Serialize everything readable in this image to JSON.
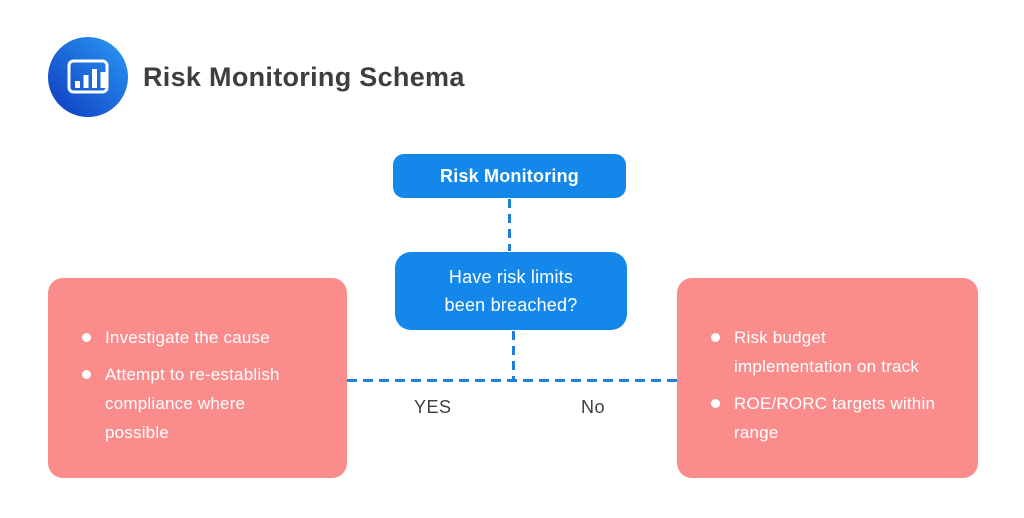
{
  "header": {
    "title": "Risk Monitoring Schema",
    "icon": "bar-chart"
  },
  "flow": {
    "top_node": {
      "label": "Risk Monitoring"
    },
    "decision_node": {
      "lines": [
        "Have risk limits",
        "been breached?"
      ]
    },
    "branch_labels": {
      "yes": "YES",
      "no": "No"
    },
    "yes_branch": {
      "items": [
        "Investigate the cause",
        "Attempt to re-establish compliance where possible"
      ]
    },
    "no_branch": {
      "items": [
        "Risk budget implementation  on track",
        "ROE/RORC targets within range"
      ]
    }
  },
  "colors": {
    "node_blue": "#1388ea",
    "card_pink": "#fb8c8c",
    "connector_blue": "#1e7fd8",
    "heading_text": "#3e3e3e",
    "icon_gradient_top": "#2b9af5",
    "icon_gradient_bottom": "#0f3abf"
  }
}
